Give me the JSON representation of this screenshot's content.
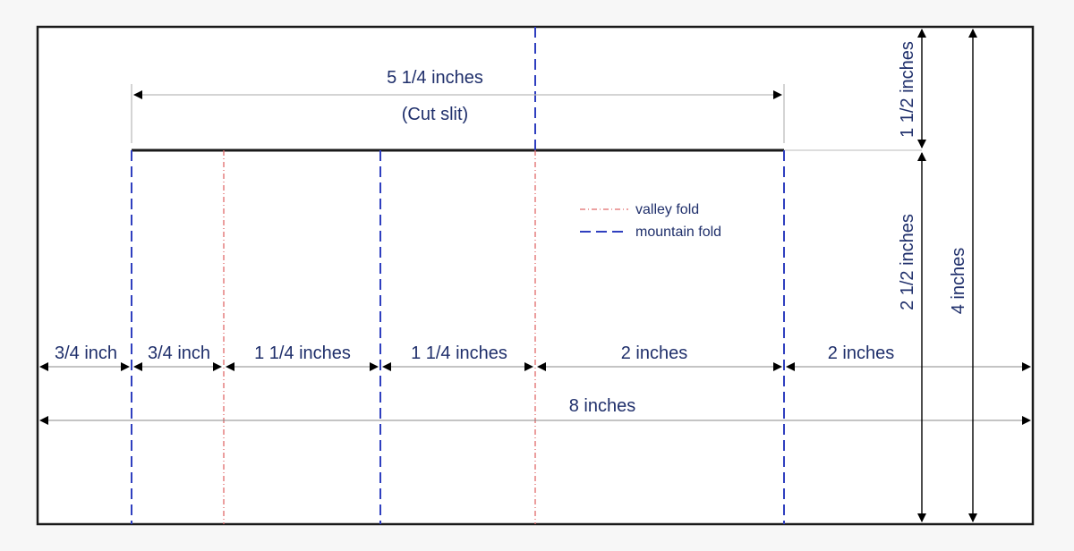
{
  "labels": {
    "cut_slit_length": "5 1/4 inches",
    "cut_slit_caption": "(Cut slit)",
    "seg_1": "3/4 inch",
    "seg_2": "3/4 inch",
    "seg_3": "1 1/4 inches",
    "seg_4": "1 1/4 inches",
    "seg_5": "2 inches",
    "seg_6": "2 inches",
    "total_width": "8 inches",
    "top_height": "1 1/2 inches",
    "lower_height": "2 1/2 inches",
    "total_height": "4 inches"
  },
  "legend": {
    "valley": "valley fold",
    "mountain": "mountain fold"
  },
  "colors": {
    "outline": "#1a1a1a",
    "dimension": "#000000",
    "valley_fold": "#e06a6a",
    "mountain_fold": "#2f3fbf",
    "label_text": "#1f2f6b"
  }
}
